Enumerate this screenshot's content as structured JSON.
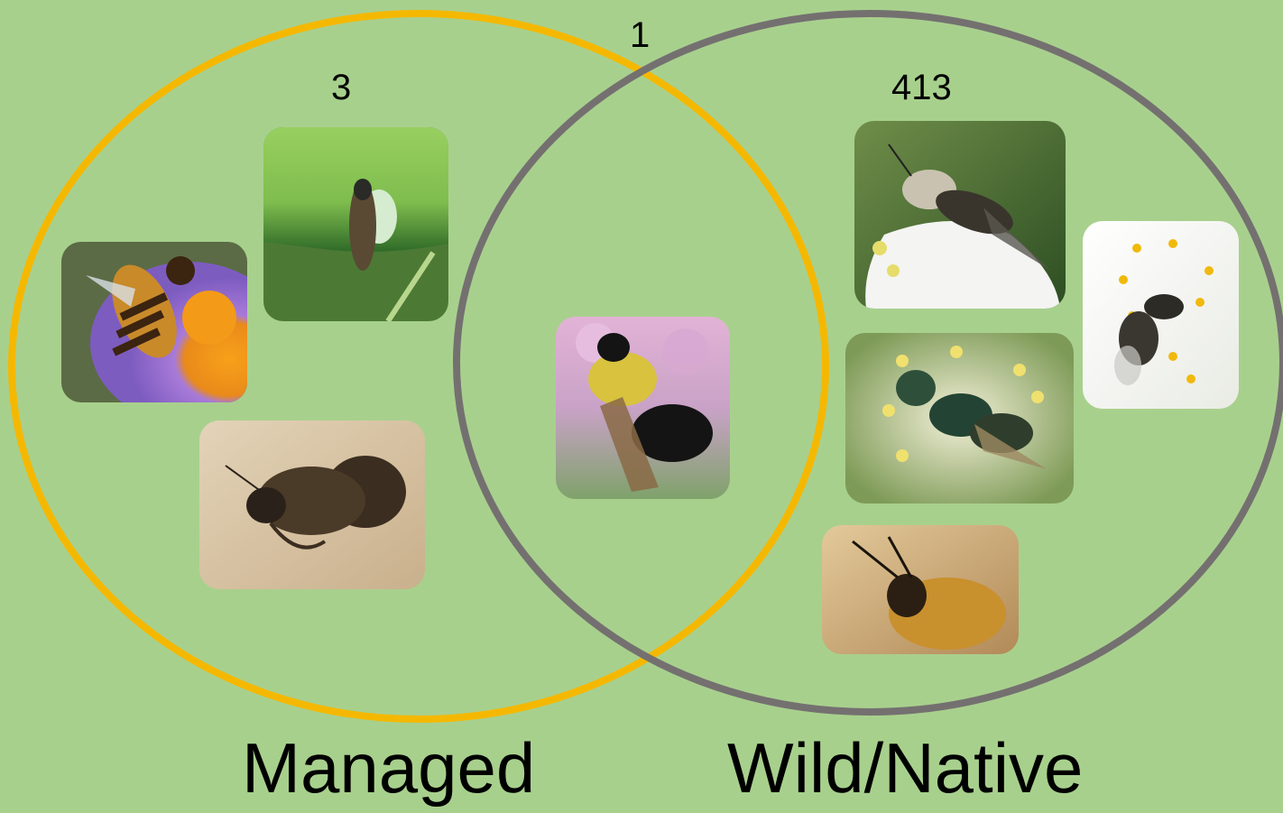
{
  "diagram": {
    "type": "venn",
    "background_color": "#a8d08d",
    "sets": [
      {
        "name": "Managed",
        "color": "#f5b800"
      },
      {
        "name": "Wild/Native",
        "color": "#747070"
      }
    ],
    "counts": {
      "managed_only": "3",
      "overlap": "1",
      "wild_only": "413"
    },
    "photos": [
      {
        "group": "managed",
        "subject": "honey bee on purple aster flower"
      },
      {
        "group": "managed",
        "subject": "leafcutter bee on a green leaf"
      },
      {
        "group": "managed",
        "subject": "mason bee at a nest hole in wood"
      },
      {
        "group": "both",
        "subject": "bumble bee on pink flowers"
      },
      {
        "group": "wild",
        "subject": "bee on a white flower petal"
      },
      {
        "group": "wild",
        "subject": "small dark bee on white blossom"
      },
      {
        "group": "wild",
        "subject": "metallic green sweat bee on stamens"
      },
      {
        "group": "wild",
        "subject": "mining bee emerging from soil"
      }
    ]
  }
}
